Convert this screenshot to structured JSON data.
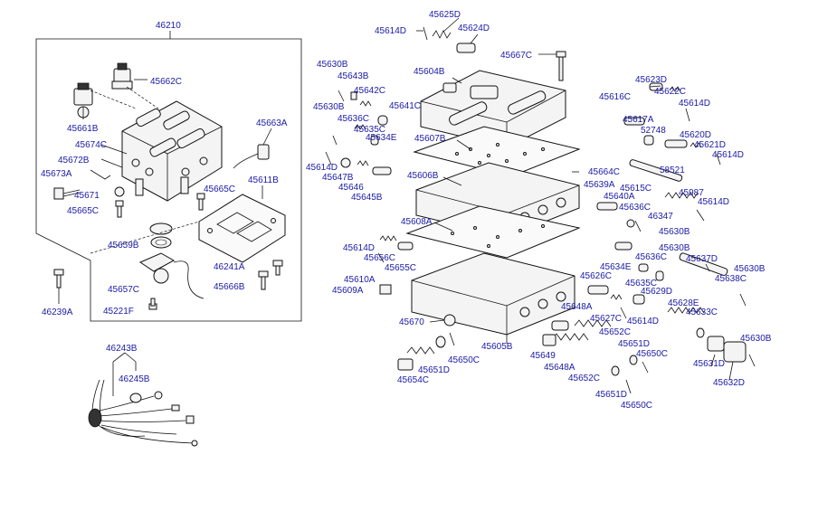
{
  "part_labels": {
    "p46210": "46210",
    "p45662C": "45662C",
    "p45661B": "45661B",
    "p45674C": "45674C",
    "p45672B": "45672B",
    "p45673A": "45673A",
    "p45671": "45671",
    "p45665C_a": "45665C",
    "p45665C_b": "45665C",
    "p45663A": "45663A",
    "p45611B": "45611B",
    "p45659B": "45659B",
    "p46241A": "46241A",
    "p45657C": "45657C",
    "p45666B": "45666B",
    "p45221F": "45221F",
    "p46239A": "46239A",
    "p46243B": "46243B",
    "p46245B": "46245B",
    "p45625D": "45625D",
    "p45614D_top": "45614D",
    "p45624D": "45624D",
    "p45667C": "45667C",
    "p45630B_1": "45630B",
    "p45643B": "45643B",
    "p45604B": "45604B",
    "p45642C": "45642C",
    "p45630B_2": "45630B",
    "p45641C": "45641C",
    "p45636C_1": "45636C",
    "p45635C_1": "45635C",
    "p45634E_1": "45634E",
    "p45607B": "45607B",
    "p45614D_2": "45614D",
    "p45647B": "45647B",
    "p45646": "45646",
    "p45645B": "45645B",
    "p45606B": "45606B",
    "p45623D": "45623D",
    "p45622C": "45622C",
    "p45616C": "45616C",
    "p45614D_3": "45614D",
    "p45617A": "45617A",
    "p52748": "52748",
    "p45620D": "45620D",
    "p45621D": "45621D",
    "p45614D_4": "45614D",
    "p58521": "58521",
    "p45664C": "45664C",
    "p45639A": "45639A",
    "p45615C": "45615C",
    "p45987": "45987",
    "p45640A": "45640A",
    "p45614D_5": "45614D",
    "p45636C_2": "45636C",
    "p46347": "46347",
    "p45630B_3": "45630B",
    "p45608A": "45608A",
    "p45614D_6": "45614D",
    "p45656C": "45656C",
    "p45655C": "45655C",
    "p45630B_4": "45630B",
    "p45636C_3": "45636C",
    "p45637D": "45637D",
    "p45634E_2": "45634E",
    "p45630B_5": "45630B",
    "p45626C": "45626C",
    "p45635C_2": "45635C",
    "p45638C": "45638C",
    "p45610A": "45610A",
    "p45609A": "45609A",
    "p45629D": "45629D",
    "p45628E": "45628E",
    "p45627C": "45627C",
    "p45633C": "45633C",
    "p45614D_7": "45614D",
    "p45670": "45670",
    "p45648A_1": "45648A",
    "p45652C_1": "45652C",
    "p45605B": "45605B",
    "p45651D_1": "45651D",
    "p45630B_6": "45630B",
    "p45649": "45649",
    "p45650C_1": "45650C",
    "p45631D": "45631D",
    "p45648A_2": "45648A",
    "p45651D_2": "45651D",
    "p45654C": "45654C",
    "p45652C_2": "45652C",
    "p45632D": "45632D",
    "p45651D_3": "45651D",
    "p45650C_2": "45650C",
    "p45650C_3": "45650C"
  }
}
